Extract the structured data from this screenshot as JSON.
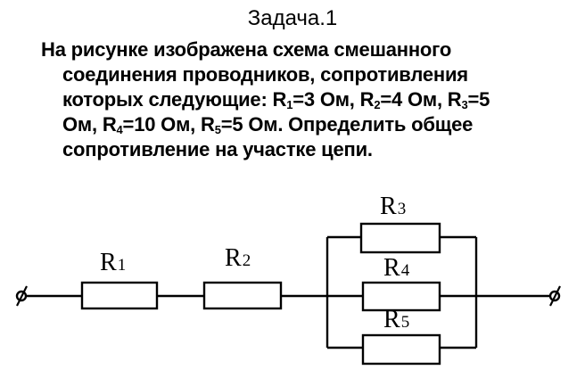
{
  "title": "Задача.1",
  "problem": {
    "line1": "На рисунке изображена схема смешанного",
    "line2": "соединения проводников, сопротивления",
    "line3_prefix": "которых следующие: ",
    "r1_letter": "R",
    "r1_sub": "1",
    "r1_value": "=3 Ом, ",
    "r2_letter": "R",
    "r2_sub": "2",
    "r2_value": "=4 Ом, ",
    "r3_letter": "R",
    "r3_sub": "3",
    "r3_value": "=5",
    "line4_prefix": "Ом, ",
    "r4_letter": "R",
    "r4_sub": "4",
    "r4_value": "=10 Ом, ",
    "r5_letter": "R",
    "r5_sub": "5",
    "r5_value": "=5 Ом. Определить общее",
    "line5": "сопротивление на участке цепи."
  },
  "circuit": {
    "resistors": [
      {
        "letter": "R",
        "index": "1"
      },
      {
        "letter": "R",
        "index": "2"
      },
      {
        "letter": "R",
        "index": "3"
      },
      {
        "letter": "R",
        "index": "4"
      },
      {
        "letter": "R",
        "index": "5"
      }
    ]
  }
}
